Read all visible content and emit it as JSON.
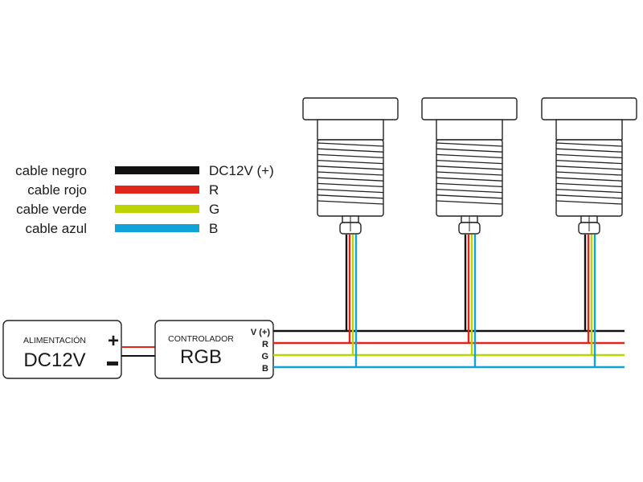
{
  "legend": {
    "rows": [
      {
        "label": "cable negro",
        "value": "DC12V (+)",
        "color": "#111111"
      },
      {
        "label": "cable rojo",
        "value": "R",
        "color": "#e1251b"
      },
      {
        "label": "cable verde",
        "value": "G",
        "color": "#bcd300"
      },
      {
        "label": "cable azul",
        "value": "B",
        "color": "#10a3d8"
      }
    ]
  },
  "power_supply": {
    "title": "ALIMENTACIÓN",
    "value": "DC12V",
    "plus_sign": "+",
    "minus_sign": "−"
  },
  "controller": {
    "title": "CONTROLADOR",
    "value": "RGB",
    "pins": [
      "V (+)",
      "R",
      "G",
      "B"
    ]
  },
  "bus_colors": {
    "v_plus": "#111111",
    "r": "#e1251b",
    "g": "#bcd300",
    "b": "#10a3d8"
  },
  "lights": {
    "count": 3,
    "items": [
      {
        "name": "rgb-light-1"
      },
      {
        "name": "rgb-light-2"
      },
      {
        "name": "rgb-light-3"
      }
    ]
  }
}
